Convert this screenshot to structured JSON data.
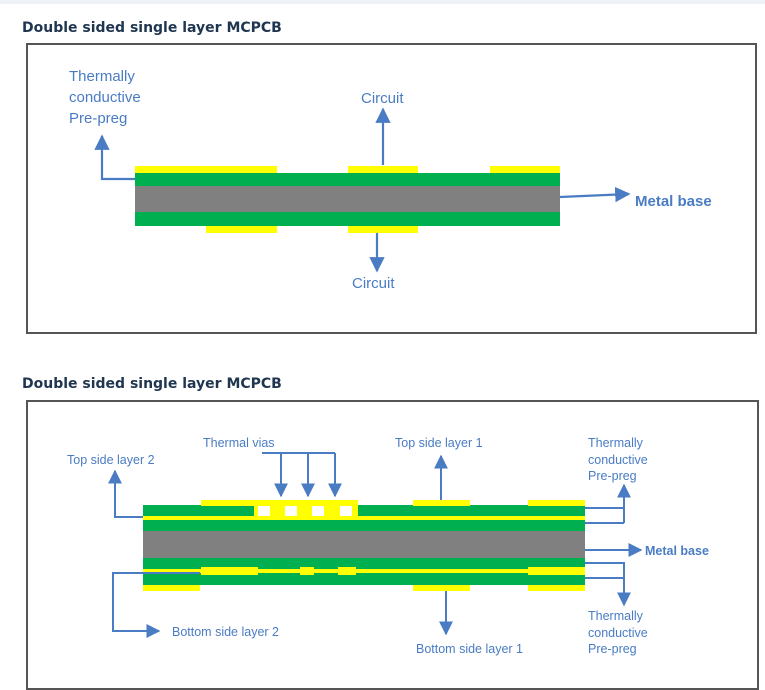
{
  "diagram1": {
    "heading": "Double sided single layer MCPCB",
    "labels": {
      "prepreg": [
        "Thermally",
        "conductive",
        "Pre-preg"
      ],
      "circuit_top": "Circuit",
      "circuit_bottom": "Circuit",
      "metal_base": "Metal base"
    }
  },
  "diagram2": {
    "heading": "Double sided single layer MCPCB",
    "labels": {
      "thermal_vias": "Thermal vias",
      "top_side_layer_2": "Top side layer 2",
      "top_side_layer_1": "Top side layer 1",
      "prepreg_top": [
        "Thermally",
        "conductive",
        "Pre-preg"
      ],
      "metal_base": "Metal base",
      "prepreg_bottom": [
        "Thermally",
        "conductive",
        "Pre-preg"
      ],
      "bottom_side_layer_2": "Bottom side layer 2",
      "bottom_side_layer_1": "Bottom side layer 1"
    }
  },
  "colors": {
    "copper": "#ffff00",
    "prepreg": "#00b050",
    "metal": "#808080",
    "arrow": "#4a7cc4",
    "label": "#4a7cc4"
  }
}
